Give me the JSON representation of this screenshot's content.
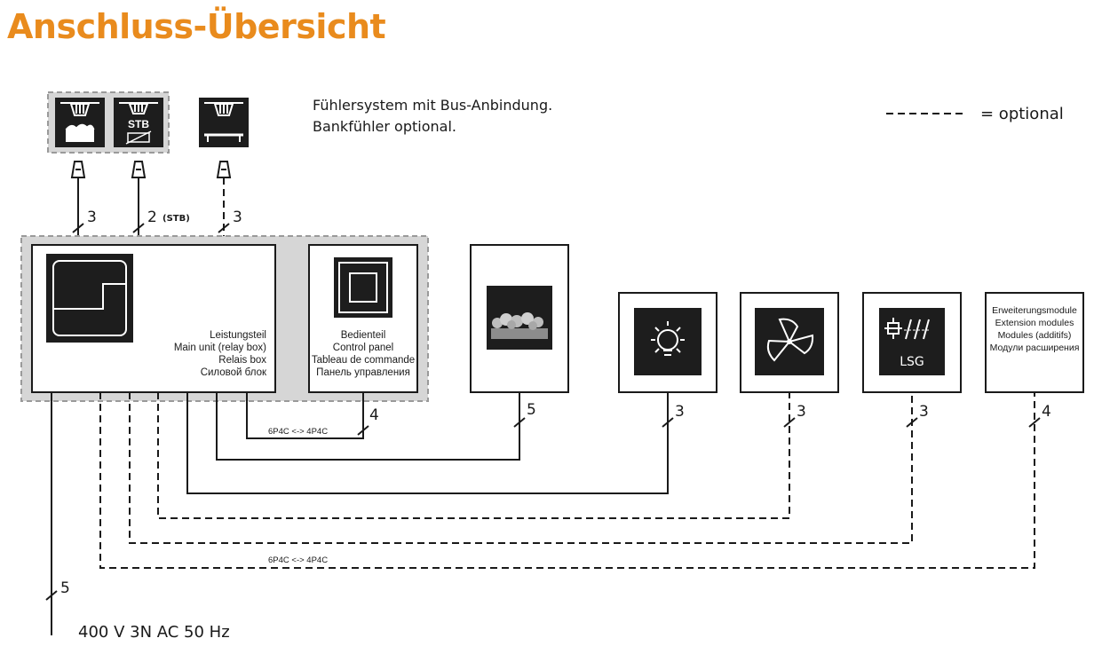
{
  "title": "Anschluss-Übersicht",
  "legend": {
    "dash_label": "= optional"
  },
  "sensor_note": [
    "Fühlersystem mit Bus-Anbindung.",
    "Bankfühler optional."
  ],
  "sensors": [
    {
      "id": "sensor-heater",
      "label": ""
    },
    {
      "id": "sensor-stb",
      "label": "STB"
    },
    {
      "id": "sensor-bench",
      "label": ""
    }
  ],
  "sensor_wires": [
    {
      "count": "3",
      "note": ""
    },
    {
      "count": "2",
      "note": "(STB)"
    },
    {
      "count": "3",
      "note": ""
    }
  ],
  "main_unit": {
    "lines": [
      "Leistungsteil",
      "Main unit (relay box)",
      "Relais box",
      "Силовой блок"
    ]
  },
  "control_panel": {
    "lines": [
      "Bedienteil",
      "Control panel",
      "Tableau de commande",
      "Панель управления"
    ]
  },
  "devices": [
    {
      "id": "heater",
      "count": "5"
    },
    {
      "id": "light",
      "count": "3"
    },
    {
      "id": "fan",
      "count": "3"
    },
    {
      "id": "lsg",
      "label": "LSG",
      "count": "3"
    },
    {
      "id": "extension",
      "lines": [
        "Erweiterungsmodule",
        "Extension modules",
        "Modules (additifs)",
        "Модули расширения"
      ],
      "count": "4"
    }
  ],
  "panel_cable": {
    "count": "4",
    "label": "6P4C <-> 4P4C"
  },
  "bottom_cable": {
    "label": "6P4C <-> 4P4C"
  },
  "power": {
    "count": "5",
    "label": "400 V 3N AC 50 Hz"
  },
  "colors": {
    "title": "#e98b1d",
    "icon_bg": "#1d1d1d",
    "group_fill": "#d6d6d6"
  }
}
